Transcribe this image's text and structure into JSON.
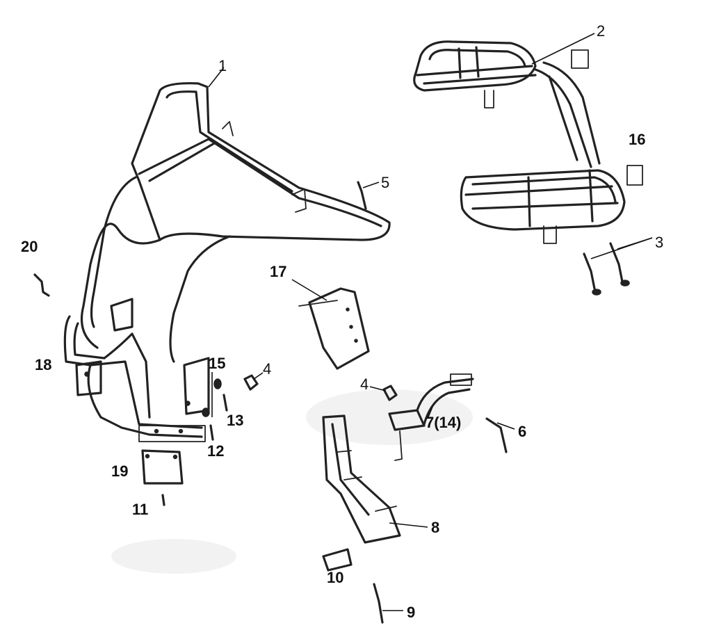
{
  "callouts": [
    {
      "id": "1",
      "label": "1"
    },
    {
      "id": "2",
      "label": "2"
    },
    {
      "id": "3",
      "label": "3"
    },
    {
      "id": "4a",
      "label": "4"
    },
    {
      "id": "4b",
      "label": "4"
    },
    {
      "id": "5",
      "label": "5"
    },
    {
      "id": "6",
      "label": "6"
    },
    {
      "id": "7",
      "label": "7(14)"
    },
    {
      "id": "8",
      "label": "8"
    },
    {
      "id": "9",
      "label": "9"
    },
    {
      "id": "10",
      "label": "10"
    },
    {
      "id": "11",
      "label": "11"
    },
    {
      "id": "12",
      "label": "12"
    },
    {
      "id": "13",
      "label": "13"
    },
    {
      "id": "15",
      "label": "15"
    },
    {
      "id": "16",
      "label": "16"
    },
    {
      "id": "17",
      "label": "17"
    },
    {
      "id": "18",
      "label": "18"
    },
    {
      "id": "19",
      "label": "19"
    },
    {
      "id": "20",
      "label": "20"
    }
  ]
}
